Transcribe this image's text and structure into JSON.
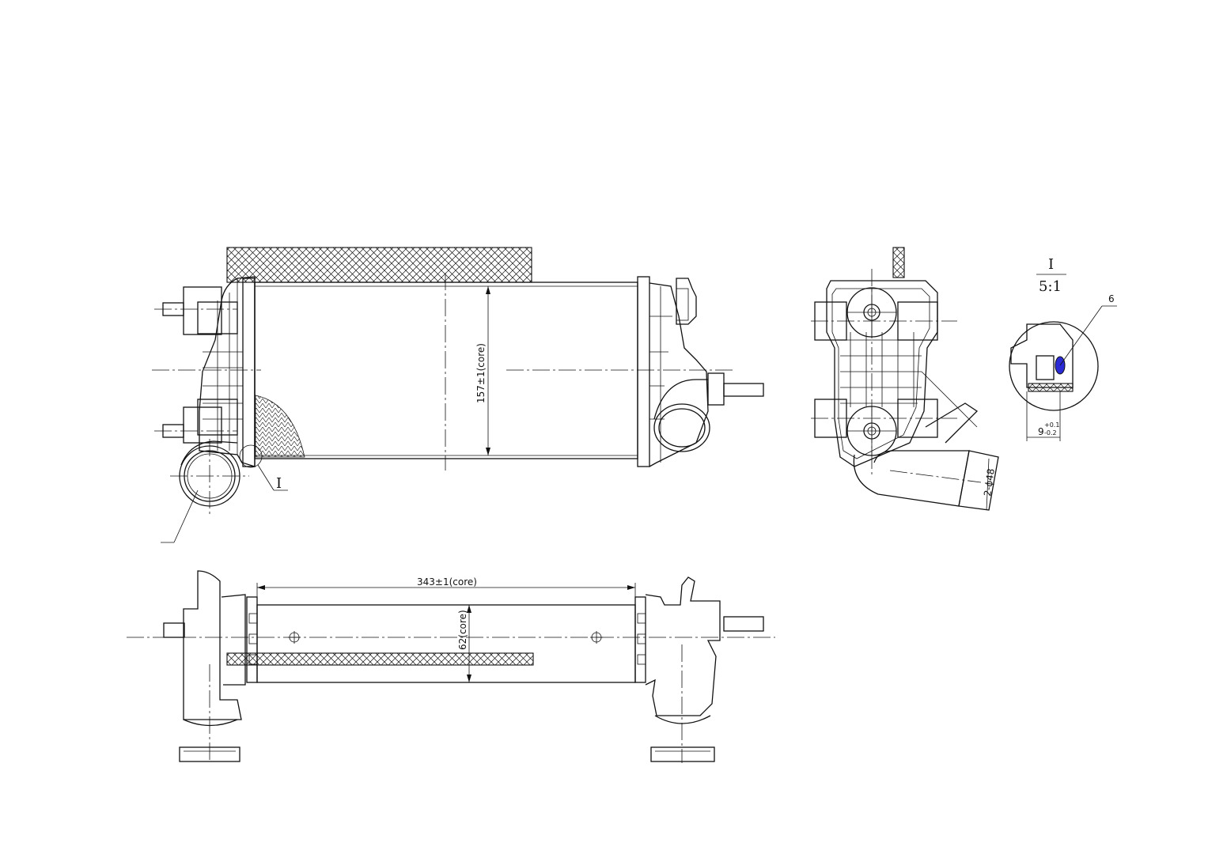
{
  "drawing": {
    "dimensions": {
      "core_height": "157±1(core)",
      "core_width": "343±1(core)",
      "core_depth": "62(core)",
      "pipe_diameter": "2-ϕ48",
      "seal_width": "9",
      "seal_tol_upper": "+0.1",
      "seal_tol_lower": "-0.2"
    },
    "labels": {
      "detail_ref": "I",
      "detail_title": "I",
      "detail_scale": "5:1",
      "item_number": "6"
    },
    "colors": {
      "line": "#111111",
      "seal_highlight": "#2b2bd6"
    }
  }
}
